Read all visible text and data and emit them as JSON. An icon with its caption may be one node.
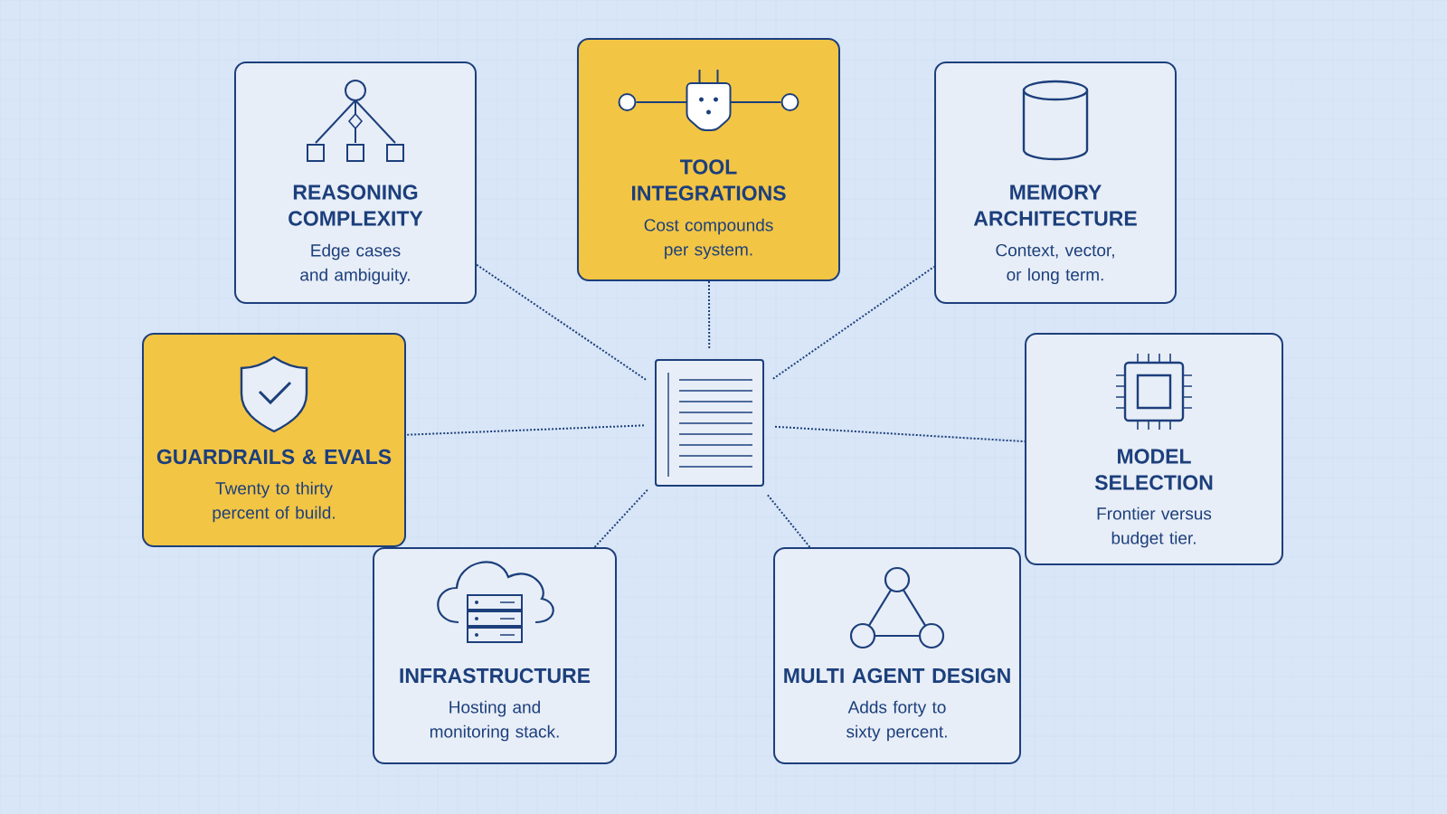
{
  "diagram": {
    "nodes": [
      {
        "text": [
          "REASONING COMPLEXITY",
          "Edge cases and ambiguity."
        ]
      },
      {
        "text": [
          "TOOL INTEGRATIONS",
          "Cost compounds per system."
        ]
      },
      {
        "text": [
          "MEMORY ARCHITECTURE",
          "Context, vector, or long term."
        ]
      },
      {
        "text": [
          "GUARDRAILS & EVALS",
          "Twenty to thirty percent of build."
        ]
      },
      {
        "text": [],
        "shape": "document"
      },
      {
        "text": [
          "MODEL SELECTION",
          "Frontier versus budget tier."
        ]
      },
      {
        "text": [
          "INFRASTRUCTURE",
          "Hosting and monitoring stack."
        ]
      },
      {
        "text": [
          "MULTI AGENT DESIGN",
          "Adds forty to sixty percent."
        ]
      }
    ],
    "edges": [
      {
        "from": 4,
        "to": 0,
        "arrow": "none"
      },
      {
        "from": 4,
        "to": 1,
        "arrow": "none"
      },
      {
        "from": 4,
        "to": 2,
        "arrow": "none"
      },
      {
        "from": 4,
        "to": 3,
        "arrow": "none"
      },
      {
        "from": 4,
        "to": 5,
        "arrow": "none"
      },
      {
        "from": 4,
        "to": 6,
        "arrow": "none"
      },
      {
        "from": 4,
        "to": 7,
        "arrow": "none"
      }
    ]
  }
}
